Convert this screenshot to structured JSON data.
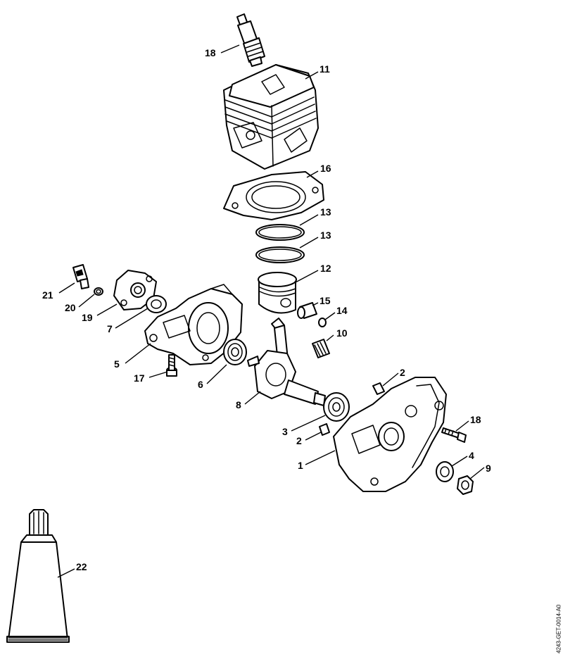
{
  "callouts": {
    "c18a": "18",
    "c11": "11",
    "c16": "16",
    "c13a": "13",
    "c13b": "13",
    "c12": "12",
    "c15": "15",
    "c14": "14",
    "c10": "10",
    "c21": "21",
    "c20": "20",
    "c19": "19",
    "c7": "7",
    "c5": "5",
    "c17": "17",
    "c6": "6",
    "c8": "8",
    "c2a": "2",
    "c3": "3",
    "c2b": "2",
    "c1": "1",
    "c18b": "18",
    "c4": "4",
    "c9": "9",
    "c22": "22"
  },
  "drawing_code": "4243-GET-0014-A0"
}
